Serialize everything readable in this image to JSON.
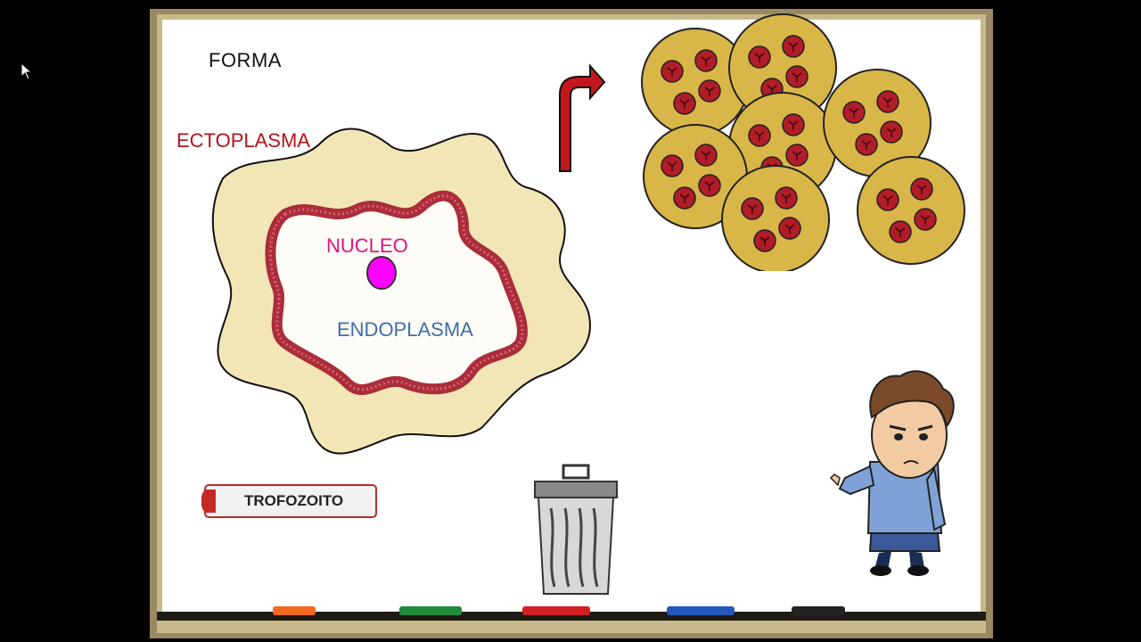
{
  "board": {
    "title": "FORMA",
    "labels": {
      "ectoplasma": "ECTOPLASMA",
      "nucleo": "NUCLEO",
      "endoplasma": "ENDOPLASMA"
    },
    "trofozoito_button": "TROFOZOITO"
  },
  "colors": {
    "ectoplasma": "#b5121b",
    "nucleo": "#e0157f",
    "endoplasma": "#3f6ea6",
    "cell_fill": "#f3e6b6",
    "cyst_fill": "#d9b648",
    "membrane": "#a3192c"
  },
  "icons": [
    "cursor-icon",
    "arrow-icon",
    "trash-can-icon",
    "marker-icon"
  ],
  "markers": [
    "orange",
    "green",
    "red",
    "blue",
    "black"
  ]
}
